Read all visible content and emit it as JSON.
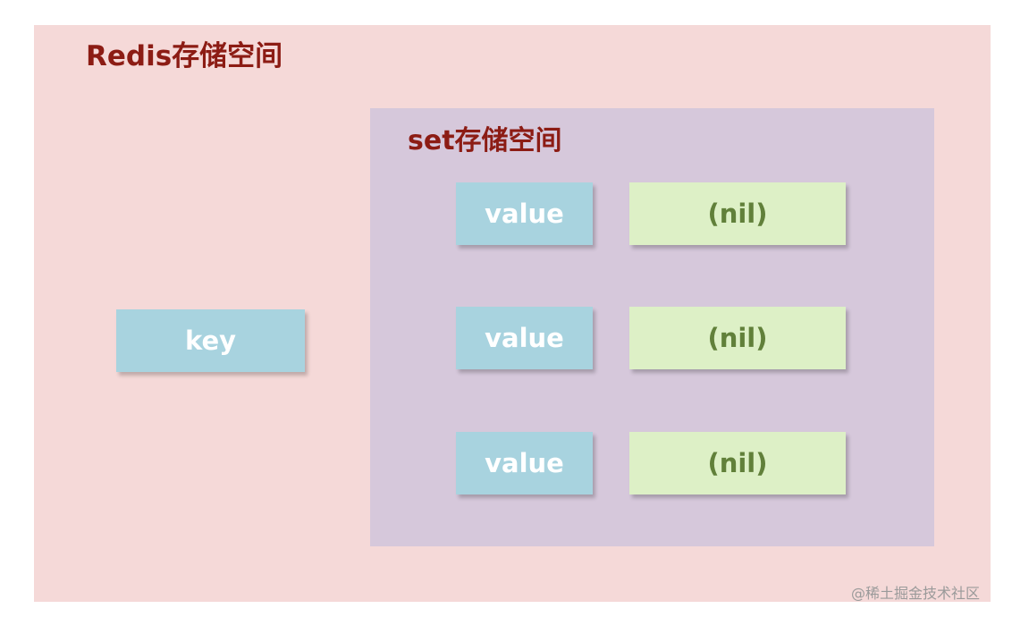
{
  "outer": {
    "title": "Redis存储空间"
  },
  "key": {
    "label": "key"
  },
  "inner": {
    "title": "set存储空间",
    "rows": [
      {
        "value": "value",
        "field": "(nil)"
      },
      {
        "value": "value",
        "field": "(nil)"
      },
      {
        "value": "value",
        "field": "(nil)"
      }
    ]
  },
  "watermark": "@稀土掘金技术社区",
  "colors": {
    "outer_bg": "#f5d9d8",
    "inner_bg": "#d6c8db",
    "title": "#8c1c14",
    "blue_box": "#a8d3df",
    "green_box": "#ddf0c6",
    "green_text": "#61803a"
  }
}
